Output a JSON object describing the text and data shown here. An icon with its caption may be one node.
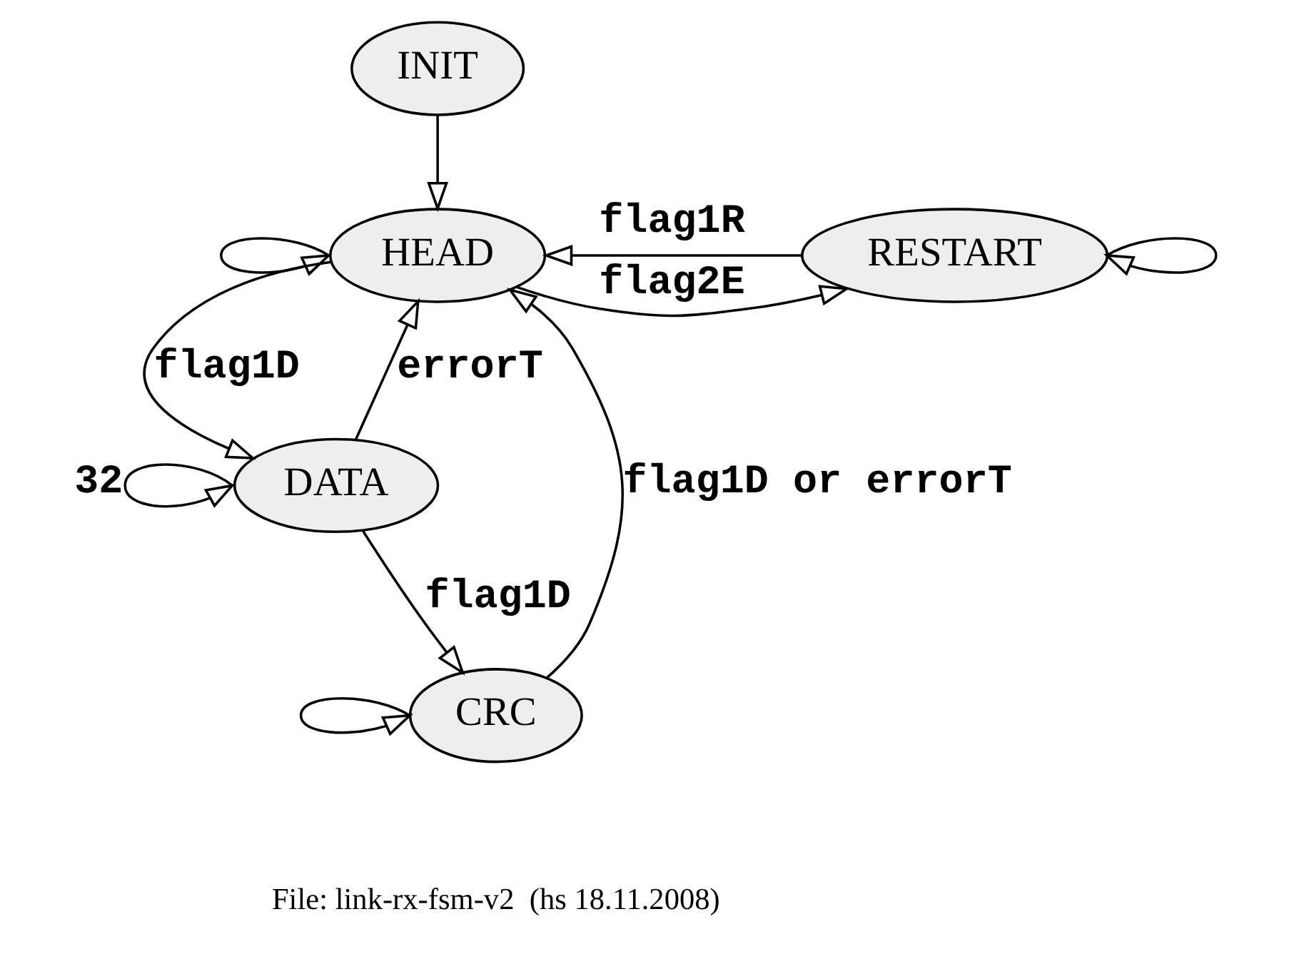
{
  "diagram": {
    "nodes": [
      {
        "text": [
          "INIT"
        ]
      },
      {
        "text": [
          "HEAD"
        ]
      },
      {
        "text": [
          "RESTART"
        ]
      },
      {
        "text": [
          "DATA"
        ]
      },
      {
        "text": [
          "CRC"
        ]
      }
    ],
    "edges": [
      {
        "from": 0,
        "to": 1,
        "arrow": "to"
      },
      {
        "from": 1,
        "to": 1,
        "arrow": "to"
      },
      {
        "from": 2,
        "to": 1,
        "arrow": "to",
        "label": "flag1R"
      },
      {
        "from": 1,
        "to": 2,
        "arrow": "to",
        "label": "flag2E"
      },
      {
        "from": 2,
        "to": 2,
        "arrow": "to"
      },
      {
        "from": 1,
        "to": 3,
        "arrow": "to",
        "label": "flag1D"
      },
      {
        "from": 3,
        "to": 1,
        "arrow": "to",
        "label": "errorT"
      },
      {
        "from": 3,
        "to": 3,
        "arrow": "to",
        "label": "32"
      },
      {
        "from": 3,
        "to": 4,
        "arrow": "to",
        "label": "flag1D"
      },
      {
        "from": 4,
        "to": 4,
        "arrow": "to"
      },
      {
        "from": 4,
        "to": 1,
        "arrow": "to",
        "label": "flag1D or errorT"
      }
    ],
    "labels": [
      "File: link-rx-fsm-v2  (hs 18.11.2008)"
    ]
  }
}
